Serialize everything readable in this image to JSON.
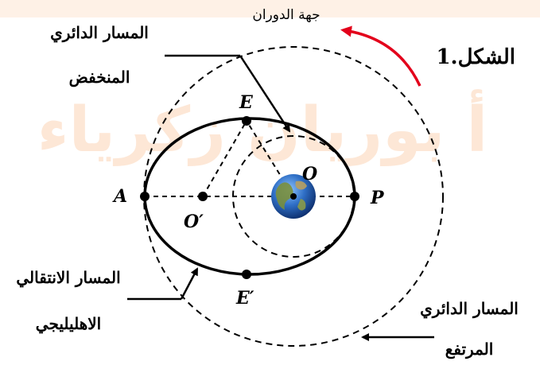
{
  "figure_label": "الشكل.1",
  "rotation_direction": "جهة الدوران",
  "labels": {
    "low_orbit_line1": "المسار الدائري",
    "low_orbit_line2": "المنخفض",
    "transfer_line1": "المسار الانتقالي",
    "transfer_line2": "الاهليليجي",
    "high_orbit_line1": "المسار الدائري",
    "high_orbit_line2": "المرتفع"
  },
  "points": {
    "A": "A",
    "P": "P",
    "E": "E",
    "E_prime": "E′",
    "O": "O",
    "O_prime": "O′"
  },
  "watermark": "أ بوريان زكرياء",
  "colors": {
    "rotation_arrow": "#e3001b",
    "watermark": "#fde7d6"
  }
}
